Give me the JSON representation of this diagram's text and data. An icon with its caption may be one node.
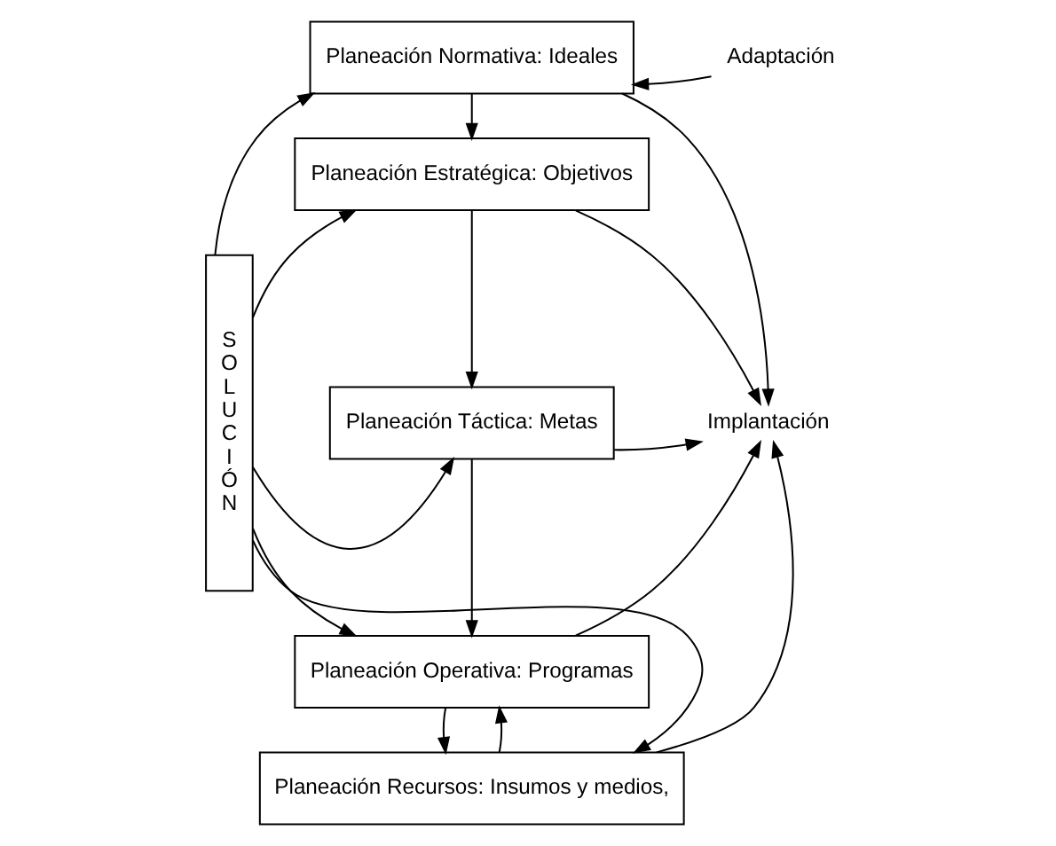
{
  "diagram": {
    "nodes": [
      {
        "text": [
          "S O L U C I Ó N"
        ]
      },
      {
        "text": [
          "Planeación Normativa: Ideales"
        ]
      },
      {
        "text": [
          "Planeación Estratégica: Objetivos"
        ]
      },
      {
        "text": [
          "Planeación Táctica: Metas"
        ]
      },
      {
        "text": [
          "Planeación Operativa: Programas"
        ]
      },
      {
        "text": [
          "Planeación Recursos: Insumos y medios,"
        ]
      },
      {
        "text": [
          "Adaptación"
        ]
      },
      {
        "text": [
          "Implantación"
        ]
      }
    ],
    "edges": [
      {
        "from": 6,
        "to": 1,
        "arrow": "to"
      },
      {
        "from": 0,
        "to": 1,
        "arrow": "to"
      },
      {
        "from": 0,
        "to": 2,
        "arrow": "to"
      },
      {
        "from": 0,
        "to": 3,
        "arrow": "to"
      },
      {
        "from": 0,
        "to": 4,
        "arrow": "to"
      },
      {
        "from": 0,
        "to": 5,
        "arrow": "to"
      },
      {
        "from": 1,
        "to": 2,
        "arrow": "to"
      },
      {
        "from": 2,
        "to": 3,
        "arrow": "to"
      },
      {
        "from": 3,
        "to": 4,
        "arrow": "to"
      },
      {
        "from": 4,
        "to": 5,
        "arrow": "to"
      },
      {
        "from": 5,
        "to": 4,
        "arrow": "to"
      },
      {
        "from": 1,
        "to": 7,
        "arrow": "to"
      },
      {
        "from": 2,
        "to": 7,
        "arrow": "to"
      },
      {
        "from": 3,
        "to": 7,
        "arrow": "to"
      },
      {
        "from": 4,
        "to": 7,
        "arrow": "to"
      },
      {
        "from": 5,
        "to": 7,
        "arrow": "to"
      }
    ]
  }
}
